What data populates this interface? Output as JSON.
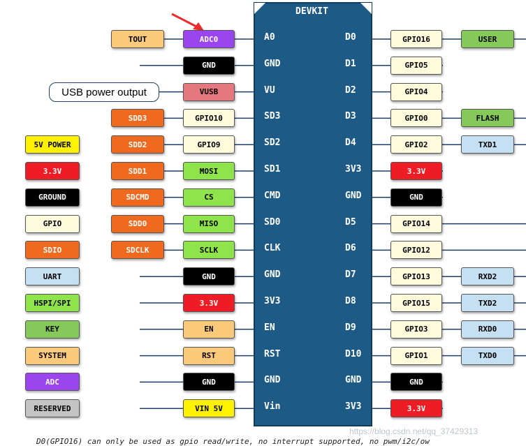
{
  "board": {
    "title": "DEVKIT",
    "color": "#1d5a86"
  },
  "colors": {
    "orange": "#ef6a1f",
    "peach": "#fbc97a",
    "purple": "#9b45ef",
    "black": "#000000",
    "red": "#ee1c24",
    "pink": "#e5787e",
    "cream": "#fdfbdc",
    "green": "#8fe34b",
    "leaf": "#86c95b",
    "blue": "#c4e0f2",
    "yellow": "#fff200",
    "gray": "#c4c4c4"
  },
  "left_pins": [
    {
      "name": "A0",
      "tags": [
        {
          "text": "ADC0",
          "color": "purple",
          "fg": "#ffffff"
        },
        {
          "text": "TOUT",
          "color": "peach",
          "fg": "#000000"
        }
      ]
    },
    {
      "name": "GND",
      "tags": [
        {
          "text": "GND",
          "color": "black",
          "fg": "#ffffff"
        }
      ]
    },
    {
      "name": "VU",
      "tags": [
        {
          "text": "VUSB",
          "color": "pink",
          "fg": "#000000"
        }
      ]
    },
    {
      "name": "SD3",
      "tags": [
        {
          "text": "GPIO10",
          "color": "cream",
          "fg": "#000000"
        },
        {
          "text": "SDD3",
          "color": "orange",
          "fg": "#ffffff"
        }
      ]
    },
    {
      "name": "SD2",
      "tags": [
        {
          "text": "GPIO9",
          "color": "cream",
          "fg": "#000000"
        },
        {
          "text": "SDD2",
          "color": "orange",
          "fg": "#ffffff"
        }
      ]
    },
    {
      "name": "SD1",
      "tags": [
        {
          "text": "MOSI",
          "color": "green",
          "fg": "#000000"
        },
        {
          "text": "SDD1",
          "color": "orange",
          "fg": "#ffffff"
        }
      ]
    },
    {
      "name": "CMD",
      "tags": [
        {
          "text": "CS",
          "color": "green",
          "fg": "#000000"
        },
        {
          "text": "SDCMD",
          "color": "orange",
          "fg": "#ffffff"
        }
      ]
    },
    {
      "name": "SD0",
      "tags": [
        {
          "text": "MISO",
          "color": "green",
          "fg": "#000000"
        },
        {
          "text": "SDD0",
          "color": "orange",
          "fg": "#ffffff"
        }
      ]
    },
    {
      "name": "CLK",
      "tags": [
        {
          "text": "SCLK",
          "color": "green",
          "fg": "#000000"
        },
        {
          "text": "SDCLK",
          "color": "orange",
          "fg": "#ffffff"
        }
      ]
    },
    {
      "name": "GND",
      "tags": [
        {
          "text": "GND",
          "color": "black",
          "fg": "#ffffff"
        }
      ]
    },
    {
      "name": "3V3",
      "tags": [
        {
          "text": "3.3V",
          "color": "red",
          "fg": "#ffffff"
        }
      ]
    },
    {
      "name": "EN",
      "tags": [
        {
          "text": "EN",
          "color": "peach",
          "fg": "#000000"
        }
      ]
    },
    {
      "name": "RST",
      "tags": [
        {
          "text": "RST",
          "color": "peach",
          "fg": "#000000"
        }
      ]
    },
    {
      "name": "GND",
      "tags": [
        {
          "text": "GND",
          "color": "black",
          "fg": "#ffffff"
        }
      ]
    },
    {
      "name": "Vin",
      "tags": [
        {
          "text": "VIN 5V",
          "color": "yellow",
          "fg": "#000000"
        }
      ]
    }
  ],
  "right_pins": [
    {
      "name": "D0",
      "tags": [
        {
          "text": "GPIO16",
          "color": "cream",
          "fg": "#000000"
        },
        {
          "text": "USER",
          "color": "leaf",
          "fg": "#000000"
        }
      ]
    },
    {
      "name": "D1",
      "tags": [
        {
          "text": "GPIO5",
          "color": "cream",
          "fg": "#000000"
        }
      ]
    },
    {
      "name": "D2",
      "tags": [
        {
          "text": "GPIO4",
          "color": "cream",
          "fg": "#000000"
        }
      ]
    },
    {
      "name": "D3",
      "tags": [
        {
          "text": "GPIO0",
          "color": "cream",
          "fg": "#000000"
        },
        {
          "text": "FLASH",
          "color": "leaf",
          "fg": "#000000"
        }
      ]
    },
    {
      "name": "D4",
      "tags": [
        {
          "text": "GPIO2",
          "color": "cream",
          "fg": "#000000"
        },
        {
          "text": "TXD1",
          "color": "blue",
          "fg": "#000000"
        }
      ]
    },
    {
      "name": "3V3",
      "tags": [
        {
          "text": "3.3V",
          "color": "red",
          "fg": "#ffffff"
        }
      ]
    },
    {
      "name": "GND",
      "tags": [
        {
          "text": "GND",
          "color": "black",
          "fg": "#ffffff"
        }
      ]
    },
    {
      "name": "D5",
      "tags": [
        {
          "text": "GPIO14",
          "color": "cream",
          "fg": "#000000"
        }
      ]
    },
    {
      "name": "D6",
      "tags": [
        {
          "text": "GPIO12",
          "color": "cream",
          "fg": "#000000"
        }
      ]
    },
    {
      "name": "D7",
      "tags": [
        {
          "text": "GPIO13",
          "color": "cream",
          "fg": "#000000"
        },
        {
          "text": "RXD2",
          "color": "blue",
          "fg": "#000000"
        }
      ]
    },
    {
      "name": "D8",
      "tags": [
        {
          "text": "GPIO15",
          "color": "cream",
          "fg": "#000000"
        },
        {
          "text": "TXD2",
          "color": "blue",
          "fg": "#000000"
        }
      ]
    },
    {
      "name": "D9",
      "tags": [
        {
          "text": "GPIO3",
          "color": "cream",
          "fg": "#000000"
        },
        {
          "text": "RXD0",
          "color": "blue",
          "fg": "#000000"
        }
      ]
    },
    {
      "name": "D10",
      "tags": [
        {
          "text": "GPIO1",
          "color": "cream",
          "fg": "#000000"
        },
        {
          "text": "TXD0",
          "color": "blue",
          "fg": "#000000"
        }
      ]
    },
    {
      "name": "GND",
      "tags": [
        {
          "text": "GND",
          "color": "black",
          "fg": "#ffffff"
        }
      ]
    },
    {
      "name": "3V3",
      "tags": [
        {
          "text": "3.3V",
          "color": "red",
          "fg": "#ffffff"
        }
      ]
    }
  ],
  "legend": [
    {
      "text": "5V POWER",
      "color": "yellow",
      "fg": "#000000"
    },
    {
      "text": "3.3V",
      "color": "red",
      "fg": "#ffffff"
    },
    {
      "text": "GROUND",
      "color": "black",
      "fg": "#ffffff"
    },
    {
      "text": "GPIO",
      "color": "cream",
      "fg": "#000000"
    },
    {
      "text": "SDIO",
      "color": "orange",
      "fg": "#ffffff"
    },
    {
      "text": "UART",
      "color": "blue",
      "fg": "#000000"
    },
    {
      "text": "HSPI/SPI",
      "color": "green",
      "fg": "#000000"
    },
    {
      "text": "KEY",
      "color": "leaf",
      "fg": "#000000"
    },
    {
      "text": "SYSTEM",
      "color": "peach",
      "fg": "#000000"
    },
    {
      "text": "ADC",
      "color": "purple",
      "fg": "#ffffff"
    },
    {
      "text": "RESERVED",
      "color": "gray",
      "fg": "#000000"
    }
  ],
  "callout": {
    "text": "USB power output"
  },
  "watermark": {
    "text": "https://blog.csdn.net/qq_37429313"
  },
  "footnote": {
    "text": "D0(GPIO16) can only be used as gpio read/write, no interrupt supported, no pwm/i2c/ow"
  }
}
